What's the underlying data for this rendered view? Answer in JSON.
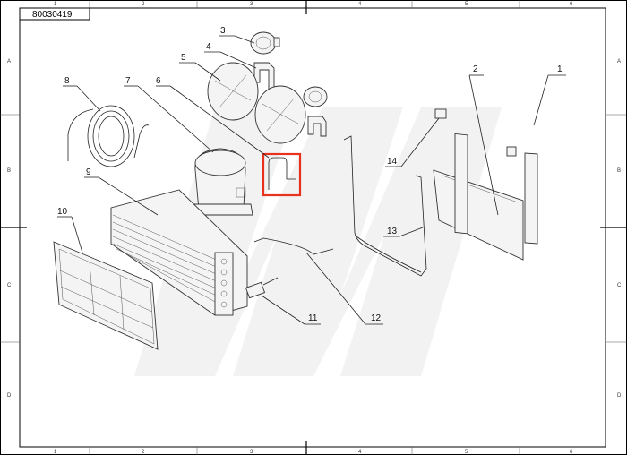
{
  "drawing_number": "80030419",
  "grid": {
    "columns": [
      "1",
      "2",
      "3",
      "4",
      "5",
      "6"
    ],
    "rows": [
      "A",
      "B",
      "C",
      "D"
    ]
  },
  "callouts": [
    "1",
    "2",
    "3",
    "4",
    "5",
    "6",
    "7",
    "8",
    "9",
    "10",
    "11",
    "12",
    "13",
    "14"
  ],
  "highlight_color": "#e8321e",
  "watermark_color": "#efefef"
}
